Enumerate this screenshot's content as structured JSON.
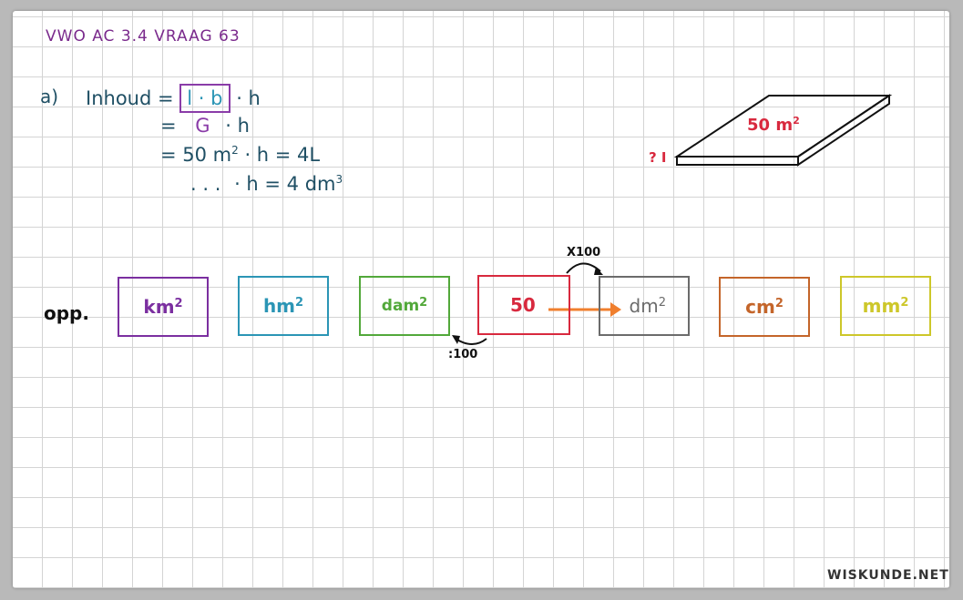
{
  "title": "VWO AC 3.4 VRAAG 63",
  "part_label": "a)",
  "formula": {
    "line1_lhs": "Inhoud",
    "line1_eq": "=",
    "line1_boxed": "l · b",
    "line1_rest": "· h",
    "line2_eq": "=",
    "line2_g": "G",
    "line2_rest": "· h",
    "line3": "= 50 m",
    "line3_exp": "2",
    "line3_rest": "· h  =  4L",
    "line4_dots": ". . .",
    "line4_rest": "· h  =  4 dm",
    "line4_exp": "3"
  },
  "slab": {
    "area_label": "50 m",
    "area_exp": "2",
    "height_label": "? I"
  },
  "opp_label": "opp.",
  "units": [
    {
      "label": "km",
      "exp": "2",
      "color": "#7b2fa0"
    },
    {
      "label": "hm",
      "exp": "2",
      "color": "#2b95b5"
    },
    {
      "label": "dam",
      "exp": "2",
      "color": "#52a83a"
    },
    {
      "label": "50",
      "exp": "",
      "color": "#d8293e"
    },
    {
      "label": "dm",
      "exp": "2",
      "color": "#6b6b6b"
    },
    {
      "label": "cm",
      "exp": "2",
      "color": "#c4652a"
    },
    {
      "label": "mm",
      "exp": "2",
      "color": "#cdc72a"
    }
  ],
  "arrow_up_label": "X100",
  "arrow_down_label": ":100",
  "arrow_color": "#f07f2e",
  "watermark": "WISKUNDE.NET",
  "colors": {
    "title": "#7a2a8c",
    "formula": "#1f4f64",
    "box_highlight": "#8a3ca8",
    "g_color": "#8a3ca8",
    "slab_label": "#d8293e"
  }
}
